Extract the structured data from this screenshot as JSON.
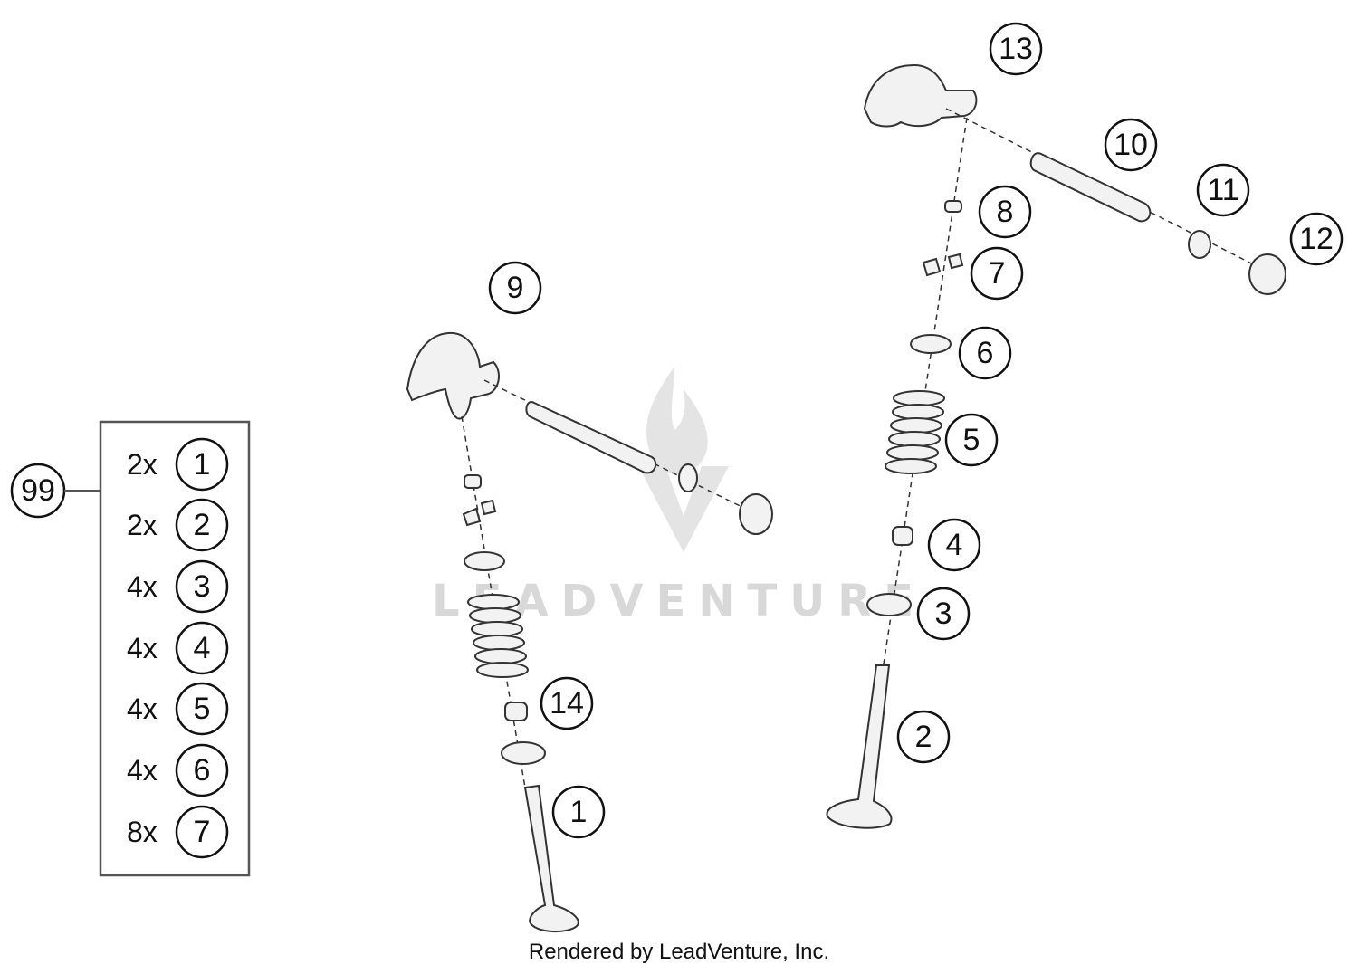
{
  "footer": "Rendered by LeadVenture, Inc.",
  "watermark": "LEADVENTURE",
  "kit": {
    "label": "99",
    "rows": [
      {
        "qty": "2x",
        "part": "1"
      },
      {
        "qty": "2x",
        "part": "2"
      },
      {
        "qty": "4x",
        "part": "3"
      },
      {
        "qty": "4x",
        "part": "4"
      },
      {
        "qty": "4x",
        "part": "5"
      },
      {
        "qty": "4x",
        "part": "6"
      },
      {
        "qty": "8x",
        "part": "7"
      }
    ]
  },
  "callouts": [
    "13",
    "10",
    "11",
    "12",
    "8",
    "7",
    "6",
    "5",
    "4",
    "3",
    "2",
    "9",
    "14",
    "1"
  ]
}
